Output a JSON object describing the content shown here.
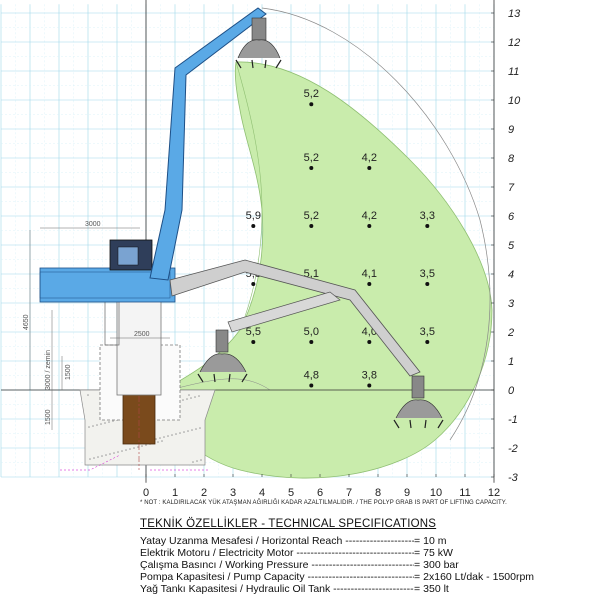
{
  "y_axis_labels": [
    "13",
    "12",
    "11",
    "10",
    "9",
    "8",
    "7",
    "6",
    "5",
    "4",
    "3",
    "2",
    "1",
    "0",
    "-1",
    "-2",
    "-3"
  ],
  "x_axis_labels": [
    "0",
    "1",
    "2",
    "3",
    "4",
    "5",
    "6",
    "7",
    "8",
    "9",
    "10",
    "11",
    "12"
  ],
  "capacities": [
    {
      "x": 5.7,
      "y": 10.2,
      "label": "5,2"
    },
    {
      "x": 5.7,
      "y": 8.0,
      "label": "5,2"
    },
    {
      "x": 7.7,
      "y": 8.0,
      "label": "4,2"
    },
    {
      "x": 3.7,
      "y": 6.0,
      "label": "5,9"
    },
    {
      "x": 5.7,
      "y": 6.0,
      "label": "5,2"
    },
    {
      "x": 7.7,
      "y": 6.0,
      "label": "4,2"
    },
    {
      "x": 9.7,
      "y": 6.0,
      "label": "3,3"
    },
    {
      "x": 3.7,
      "y": 4.0,
      "label": "5,8"
    },
    {
      "x": 5.7,
      "y": 4.0,
      "label": "5,1"
    },
    {
      "x": 7.7,
      "y": 4.0,
      "label": "4,1"
    },
    {
      "x": 9.7,
      "y": 4.0,
      "label": "3,5"
    },
    {
      "x": 3.7,
      "y": 2.0,
      "label": "5,5"
    },
    {
      "x": 5.7,
      "y": 2.0,
      "label": "5,0"
    },
    {
      "x": 7.7,
      "y": 2.0,
      "label": "4,0"
    },
    {
      "x": 9.7,
      "y": 2.0,
      "label": "3,5"
    },
    {
      "x": 5.7,
      "y": 0.5,
      "label": "4,8"
    },
    {
      "x": 7.7,
      "y": 0.5,
      "label": "3,8"
    }
  ],
  "dimensions": {
    "width_top": "3000",
    "height_left": "4650",
    "base_width": "2500",
    "ground_label": "3000 / zemin",
    "left_1500": "1500",
    "footing_1500": "1500"
  },
  "note": "* NOT : KALDIRILACAK YÜK ATAŞMAN AĞIRLIĞI KADAR AZALTILMALIDIR. / THE POLYP GRAB IS PART OF LIFTING CAPACITY.",
  "specs": {
    "title": "TEKNİK ÖZELLİKLER - TECHNICAL SPECIFICATIONS",
    "rows": [
      {
        "label": "Yatay Uzanma Mesafesi / Horizontal Reach -----------------------",
        "value": "10 m"
      },
      {
        "label": "Elektrik Motoru / Electricity Motor ------------------------------------",
        "value": "75 kW"
      },
      {
        "label": "Çalışma Basıncı / Working Pressure --------------------------------",
        "value": "300 bar"
      },
      {
        "label": "Pompa Kapasitesi / Pump Capacity --------------------------------------",
        "value": "2x160 Lt/dak - 1500rpm"
      },
      {
        "label": "Yağ Tankı Kapasitesi / Hydraulic Oil Tank --------------------------",
        "value": "350 lt"
      }
    ]
  },
  "colors": {
    "envelope": "#c9ecac",
    "grid": "#bfe7f2",
    "boom": "#5aa9e6",
    "arm": "#cfcfcf",
    "pedestal": "#7a4a1c"
  }
}
